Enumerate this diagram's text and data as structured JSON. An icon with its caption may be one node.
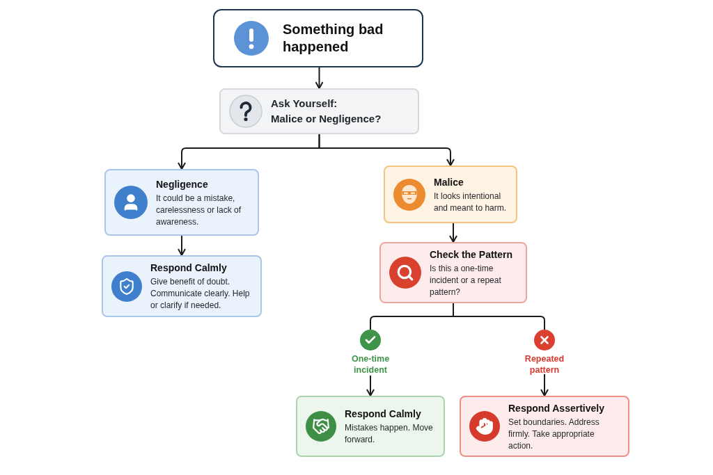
{
  "diagram": {
    "nodes": [
      {
        "text": [
          "Something bad happened"
        ]
      },
      {
        "text": [
          "Ask Yourself:",
          "Malice or Negligence?"
        ]
      },
      {
        "text": [
          "Negligence",
          "It could be a mistake, carelessness or lack of awareness."
        ]
      },
      {
        "text": [
          "Respond Calmly",
          "Give benefit of doubt. Communicate clearly. Help or clarify if needed."
        ]
      },
      {
        "text": [
          "Malice",
          "It looks intentional and meant to harm."
        ]
      },
      {
        "text": [
          "Check the Pattern",
          "Is this a one-time incident or a repeat pattern?"
        ]
      },
      {
        "text": [
          "One-time incident"
        ]
      },
      {
        "text": [
          "Repeated pattern"
        ]
      },
      {
        "text": [
          "Respond Calmly",
          "Mistakes happen. Move forward."
        ]
      },
      {
        "text": [
          "Respond Assertively",
          "Set boundaries. Address firmly. Take appropriate action."
        ]
      }
    ],
    "edges": [
      {
        "from": 0,
        "to": 1,
        "arrow": "to"
      },
      {
        "from": 1,
        "to": 2,
        "arrow": "to"
      },
      {
        "from": 1,
        "to": 4,
        "arrow": "to"
      },
      {
        "from": 2,
        "to": 3,
        "arrow": "to"
      },
      {
        "from": 4,
        "to": 5,
        "arrow": "to"
      },
      {
        "from": 5,
        "to": 6,
        "arrow": "none"
      },
      {
        "from": 5,
        "to": 7,
        "arrow": "none"
      },
      {
        "from": 6,
        "to": 8,
        "arrow": "to"
      },
      {
        "from": 7,
        "to": 9,
        "arrow": "to"
      }
    ]
  }
}
